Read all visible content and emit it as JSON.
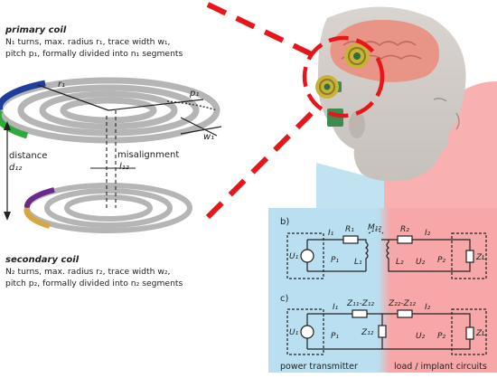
{
  "primary_coil": {
    "heading": "primary coil",
    "line1": "N₁ turns, max. radius r₁, trace width w₁,",
    "line2": "pitch p₁, formally divided into n₁ segments"
  },
  "secondary_coil": {
    "heading": "secondary coil",
    "line1": "N₂ turns, max. radius r₂, trace width w₂,",
    "line2": "pitch p₂, formally divided into n₂ segments"
  },
  "labels": {
    "r1": "r₁",
    "p1": "p₁",
    "w1": "w₁",
    "distance": "distance",
    "d12": "d₁₂",
    "misalignment": "misalignment",
    "l12": "l₁₂"
  },
  "circuit_b": {
    "tag": "b)",
    "I1": "I₁",
    "R1": "R₁",
    "M12": "M₁₂",
    "R2": "R₂",
    "I2": "I₂",
    "U1": "U₁",
    "P1": "P₁",
    "L1": "L₁",
    "L2": "L₂",
    "U2": "U₂",
    "P2": "P₂",
    "ZL": "Zʟ"
  },
  "circuit_c": {
    "tag": "c)",
    "I1": "I₁",
    "Z11_Z12": "Z₁₁-Z₁₂",
    "Z22_Z12": "Z₂₂-Z₁₂",
    "I2": "I₂",
    "U1": "U₁",
    "P1": "P₁",
    "Z12": "Z₁₂",
    "U2": "U₂",
    "P2": "P₂",
    "ZL": "Zʟ"
  },
  "footer": {
    "transmitter": "power transmitter",
    "implant": "load / implant circuits"
  },
  "colors": {
    "transmitter_bg": "#b9dff0",
    "implant_bg": "#f7a7a7",
    "laser": "#e8161b",
    "coil": "#b5b5b5"
  }
}
